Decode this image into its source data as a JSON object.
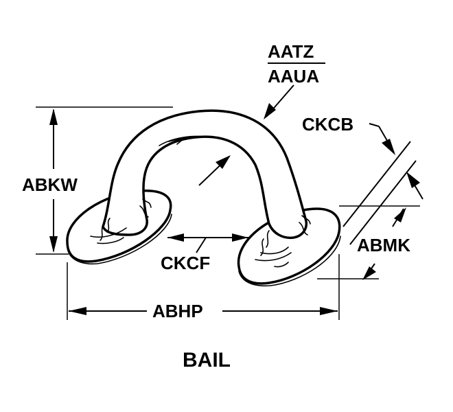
{
  "diagram": {
    "title": "BAIL",
    "labels": {
      "aatz": "AATZ",
      "aaua": "AAUA",
      "ckcb": "CKCB",
      "abkw": "ABKW",
      "abmk": "ABMK",
      "ckcf": "CKCF",
      "abhp": "ABHP"
    }
  }
}
